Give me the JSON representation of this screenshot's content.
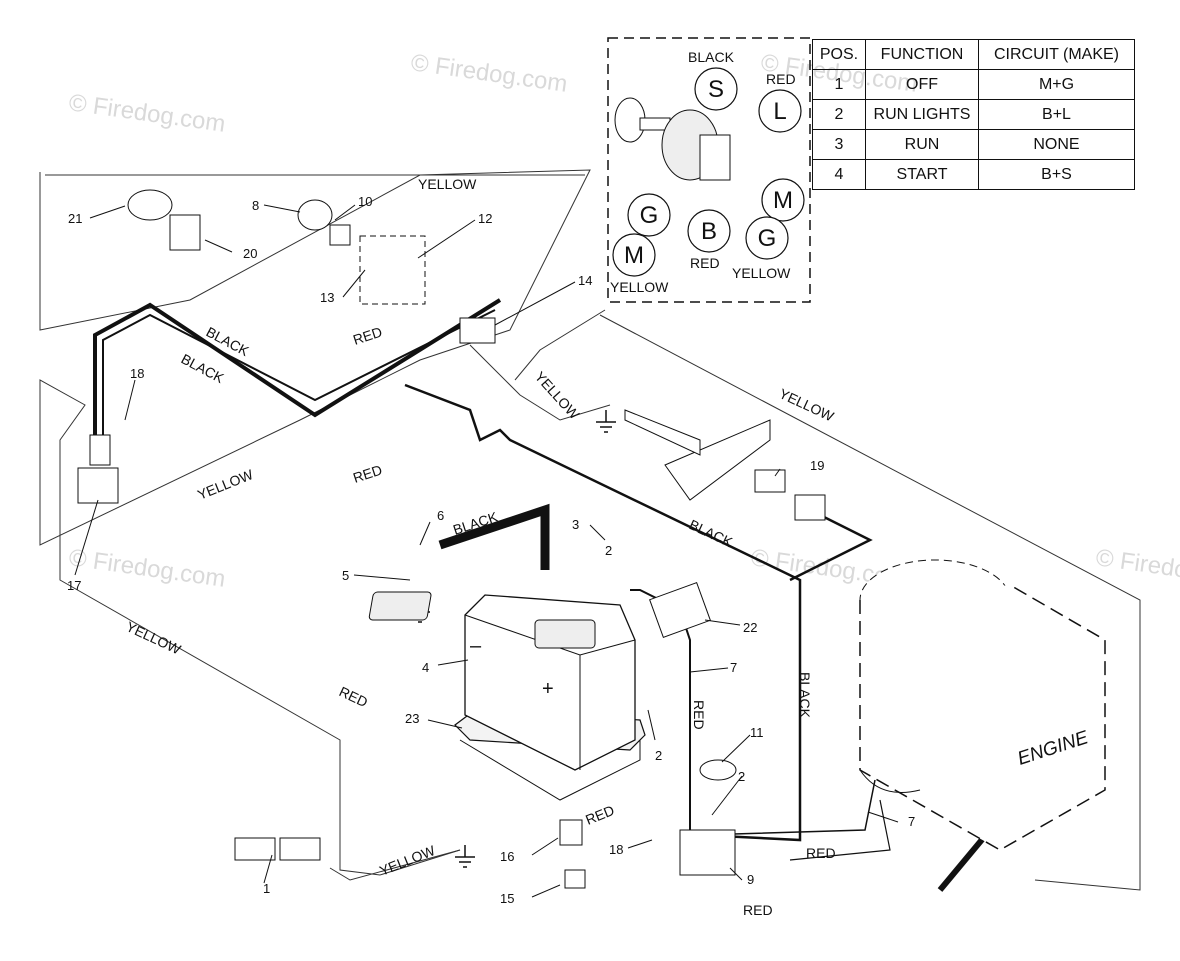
{
  "watermark": "© Firedog.com",
  "switch_table": {
    "headers": [
      "POS.",
      "FUNCTION",
      "CIRCUIT (MAKE)"
    ],
    "rows": [
      [
        "1",
        "OFF",
        "M+G"
      ],
      [
        "2",
        "RUN LIGHTS",
        "B+L"
      ],
      [
        "3",
        "RUN",
        "NONE"
      ],
      [
        "4",
        "START",
        "B+S"
      ]
    ]
  },
  "switch_inset": {
    "terminals": [
      "S",
      "L",
      "M",
      "G",
      "B",
      "G",
      "M"
    ],
    "wire_labels": [
      "BLACK",
      "RED",
      "RED",
      "YELLOW",
      "YELLOW"
    ]
  },
  "wire_labels": {
    "yellow": "YELLOW",
    "red": "RED",
    "black": "BLACK"
  },
  "component_label": "ENGINE",
  "part_numbers": [
    "1",
    "2",
    "2",
    "2",
    "3",
    "4",
    "5",
    "6",
    "7",
    "7",
    "8",
    "9",
    "10",
    "11",
    "12",
    "13",
    "14",
    "15",
    "16",
    "17",
    "18",
    "18",
    "19",
    "20",
    "21",
    "22",
    "23"
  ],
  "battery_signs": {
    "minus": "–",
    "plus": "+"
  }
}
